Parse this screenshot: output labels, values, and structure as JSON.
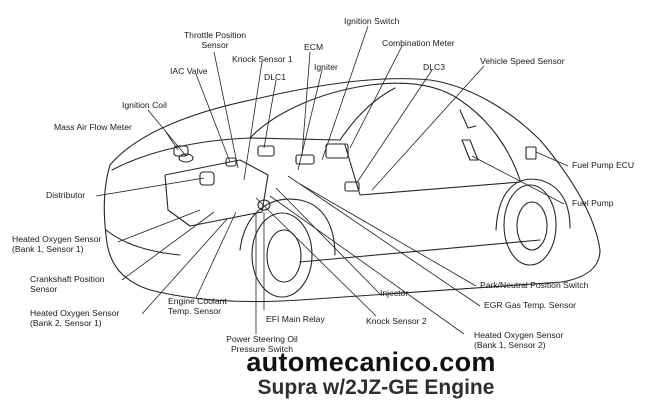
{
  "labels": {
    "throttle_position_sensor": "Throttle Position\nSensor",
    "ignition_switch": "Ignition Switch",
    "combination_meter": "Combination Meter",
    "ecm": "ECM",
    "knock_sensor_1": "Knock Sensor 1",
    "iac_valve": "IAC Valve",
    "dlc1": "DLC1",
    "igniter": "Igniter",
    "dlc3": "DLC3",
    "vehicle_speed_sensor": "Vehicle Speed Sensor",
    "ignition_coil": "Ignition Coil",
    "mass_air_flow_meter": "Mass Air Flow Meter",
    "fuel_pump_ecu": "Fuel Pump ECU",
    "distributor": "Distributor",
    "fuel_pump": "Fuel Pump",
    "heated_oxygen_sensor_b1s1": "Heated Oxygen Sensor\n(Bank 1, Sensor 1)",
    "crankshaft_position_sensor": "Crankshaft Position\nSensor",
    "park_neutral_switch": "Park/Neutral Position Switch",
    "heated_oxygen_sensor_b2s1": "Heated Oxygen Sensor\n(Bank 2, Sensor 1)",
    "engine_coolant_temp_sensor": "Engine Coolant\nTemp. Sensor",
    "injector": "Injector",
    "egr_gas_temp_sensor": "EGR Gas Temp. Sensor",
    "efi_main_relay": "EFI Main Relay",
    "knock_sensor_2": "Knock Sensor 2",
    "heated_oxygen_sensor_b1s2": "Heated Oxygen Sensor\n(Bank 1, Sensor 2)",
    "power_steering_oil_pressure_switch": "Power Steering Oil\nPressure Switch"
  },
  "site": "automecanico.com",
  "caption": "Supra w/2JZ-GE Engine"
}
